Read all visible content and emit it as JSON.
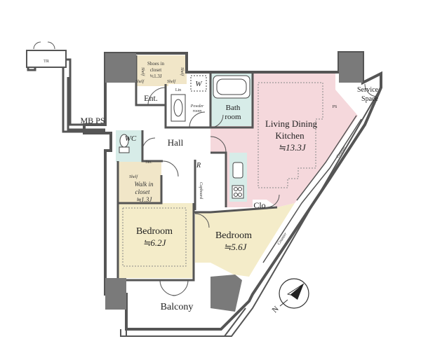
{
  "colors": {
    "wall": "#555555",
    "column": "#7a7a7a",
    "ldk": "#f5d8dc",
    "bedroom": "#f4ecc9",
    "bath": "#d7ece8",
    "closet": "#f1e6c8",
    "floor": "#ffffff",
    "outline": "#333333"
  },
  "rooms": {
    "tr": "TR",
    "mb_ps": "MB PS",
    "shoes_closet": [
      "Shoes in",
      "closet",
      "≒1.3J"
    ],
    "shelf_a": "Shelf",
    "shelf_b": "Shelf",
    "shelf_c": "Shelf",
    "shelf_d": "Shelf",
    "shelf_e": "Shelf",
    "ent": "Ent.",
    "lin": "Lin",
    "w": "W",
    "powder_room": [
      "Powder",
      "room"
    ],
    "bath_room": [
      "Bath",
      "room"
    ],
    "wc": "WC",
    "sto": "Sto.",
    "hall": "Hall",
    "r": "R",
    "cupboard": "Cupboard",
    "walk_in_closet": [
      "Walk in",
      "closet",
      "≒1.3J"
    ],
    "bedroom_1": [
      "Bedroom",
      "≒6.2J"
    ],
    "bedroom_2": [
      "Bedroom",
      "≒5.6J"
    ],
    "clo": "Clo",
    "ldk": [
      "Living Dining",
      "Kitchen",
      "≒13.3J"
    ],
    "service_space": [
      "Service",
      "Space"
    ],
    "ps_small": "PS",
    "counter_top": "Counter",
    "counter_bottom": "Counter",
    "balcony": "Balcony",
    "north": "N"
  },
  "icons": [
    "north-arrow-icon",
    "toilet-icon",
    "bathtub-icon",
    "washbasin-icon",
    "stove-icon",
    "sink-icon",
    "washing-machine-icon"
  ]
}
